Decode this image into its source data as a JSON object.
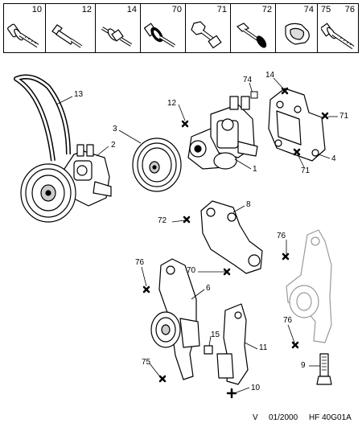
{
  "hardware": [
    {
      "ref": "10",
      "icon": "flange-bolt-icon"
    },
    {
      "ref": "12",
      "icon": "shoulder-bolt-icon"
    },
    {
      "ref": "14",
      "icon": "stud-bolt-icon"
    },
    {
      "ref": "70",
      "icon": "bolt-with-washer-icon"
    },
    {
      "ref": "71",
      "icon": "hex-bolt-icon"
    },
    {
      "ref": "72",
      "icon": "flange-screw-icon"
    },
    {
      "ref": "74",
      "icon": "clip-icon"
    },
    {
      "ref": "75",
      "ref2": "76",
      "icon": "long-bolt-icon"
    }
  ],
  "callouts": {
    "c1": "1",
    "c2": "2",
    "c3": "3",
    "c4": "4",
    "c6": "6",
    "c8": "8",
    "c9": "9",
    "c10": "10",
    "c11": "11",
    "c12": "12",
    "c13": "13",
    "c14": "14",
    "c15": "15",
    "c70": "70",
    "c71a": "71",
    "c71b": "71",
    "c72": "72",
    "c74": "74",
    "c75": "75",
    "c76a": "76",
    "c76b": "76",
    "c76c": "76"
  },
  "footer": {
    "version": "V",
    "date": "01/2000",
    "code": "HF 40G01A"
  }
}
